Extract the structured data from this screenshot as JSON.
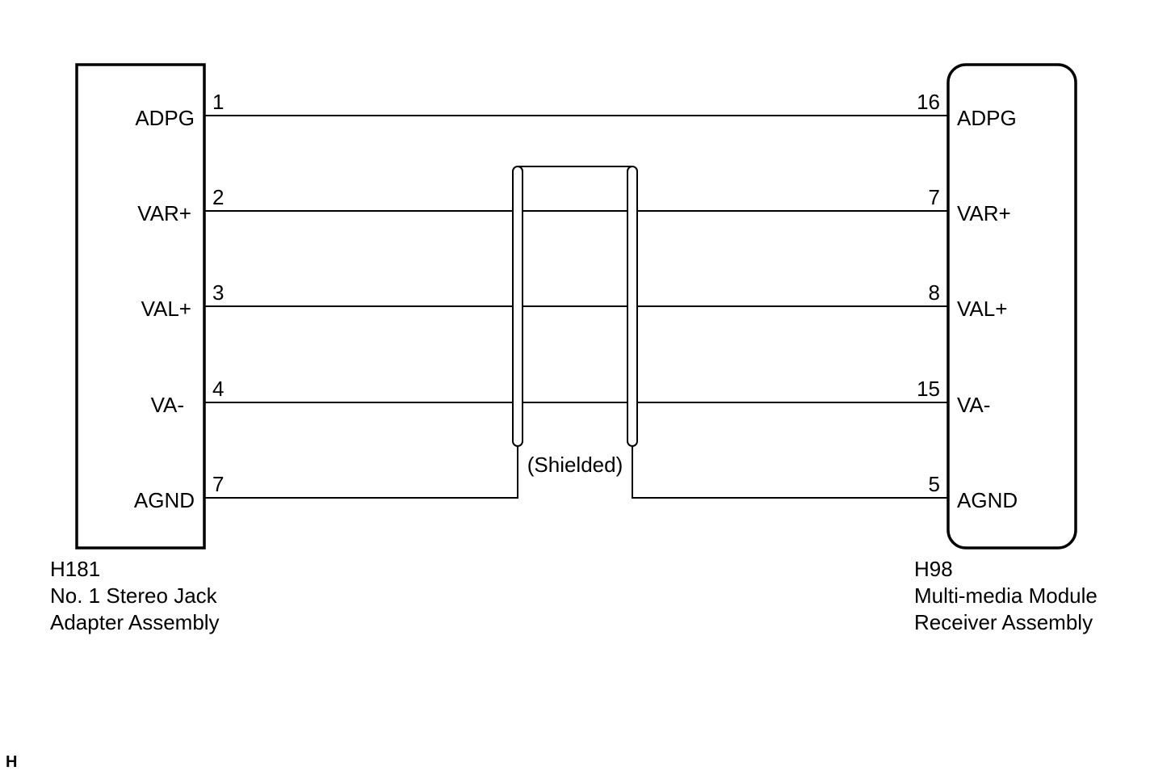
{
  "left_connector": {
    "code": "H181",
    "name_line1": "No. 1 Stereo Jack",
    "name_line2": "Adapter Assembly"
  },
  "right_connector": {
    "code": "H98",
    "name_line1": "Multi-media Module",
    "name_line2": "Receiver Assembly"
  },
  "wires": [
    {
      "left_signal": "ADPG",
      "left_pin": "1",
      "right_pin": "16",
      "right_signal": "ADPG"
    },
    {
      "left_signal": "VAR+",
      "left_pin": "2",
      "right_pin": "7",
      "right_signal": "VAR+"
    },
    {
      "left_signal": "VAL+",
      "left_pin": "3",
      "right_pin": "8",
      "right_signal": "VAL+"
    },
    {
      "left_signal": "VA-",
      "left_pin": "4",
      "right_pin": "15",
      "right_signal": "VA-"
    },
    {
      "left_signal": "AGND",
      "left_pin": "7",
      "right_pin": "5",
      "right_signal": "AGND"
    }
  ],
  "shield_label": "(Shielded)",
  "corner_mark": "H"
}
